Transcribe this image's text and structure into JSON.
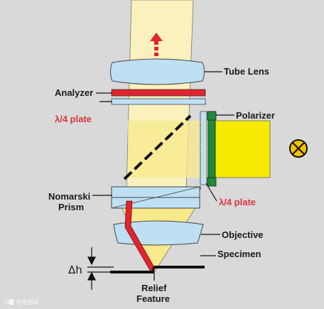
{
  "labels": {
    "tube_lens": "Tube Lens",
    "analyzer": "Analyzer",
    "quarter_plate_top": "λ/4 plate",
    "polarizer": "Polarizer",
    "nomarski_line1": "Nomarski",
    "nomarski_line2": "Prism",
    "quarter_plate_bottom": "λ/4 plate",
    "objective": "Objective",
    "specimen": "Specimen",
    "delta_h": "Δh",
    "relief_line1": "Relief",
    "relief_line2": "Feature",
    "watermark": "©🅲 光电测试"
  },
  "colors": {
    "background": "#d9d9d9",
    "beam": "#fbf1bd",
    "beam_inner": "#f7e98c",
    "light_source": "#f6ea00",
    "lens": "#bfe0f3",
    "analyzer": "#e0252e",
    "polarizer": "#1f8a3a",
    "relief_beam": "#e0252e",
    "label_red": "#d9363e",
    "lamp": "#f2c200"
  },
  "icons": {
    "arrow": "dashed-up-arrow-icon",
    "lamp": "lamp-cross-icon"
  }
}
